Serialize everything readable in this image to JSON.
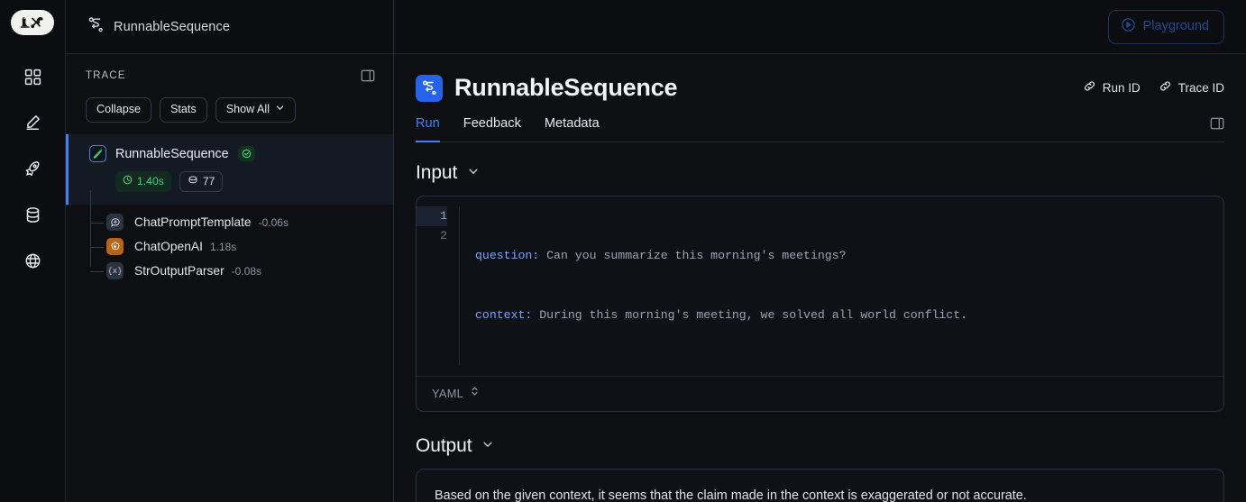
{
  "app": {
    "logo_name": "langsmith-logo",
    "accent": "#3b82f6",
    "success": "#3fd07f"
  },
  "rail": {
    "items": [
      {
        "icon": "grid-icon",
        "name": "dashboard"
      },
      {
        "icon": "pencil-icon",
        "name": "annotate"
      },
      {
        "icon": "rocket-icon",
        "name": "deployments"
      },
      {
        "icon": "database-icon",
        "name": "datasets"
      },
      {
        "icon": "globe-icon",
        "name": "hub"
      }
    ]
  },
  "breadcrumb": {
    "icon": "sequence-icon",
    "label": "RunnableSequence"
  },
  "topbar": {
    "playground_label": "Playground",
    "playground_icon": "play-circle-icon"
  },
  "trace": {
    "label": "TRACE",
    "panel_toggle_icon": "panel-toggle-icon",
    "buttons": [
      {
        "label": "Collapse",
        "name": "collapse-button",
        "chevron": false
      },
      {
        "label": "Stats",
        "name": "stats-button",
        "chevron": false
      },
      {
        "label": "Show All",
        "name": "show-all-button",
        "chevron": true
      }
    ],
    "root": {
      "name": "RunnableSequence",
      "icon": "langchain-parrot-icon",
      "status_icon": "check-circle-icon",
      "duration": "1.40s",
      "duration_icon": "clock-icon",
      "tokens": "77",
      "tokens_icon": "token-icon"
    },
    "children": [
      {
        "name": "ChatPromptTemplate",
        "duration": "-0.06s",
        "icon": "prompt-icon",
        "icon_kind": "prompt"
      },
      {
        "name": "ChatOpenAI",
        "duration": "1.18s",
        "icon": "openai-icon",
        "icon_kind": "openai"
      },
      {
        "name": "StrOutputParser",
        "duration": "-0.08s",
        "icon": "parser-icon",
        "icon_kind": "parser",
        "glyph": "{x}"
      }
    ]
  },
  "run": {
    "title": "RunnableSequence",
    "title_icon": "sequence-icon",
    "id_links": [
      {
        "label": "Run ID",
        "icon": "link-icon",
        "name": "run-id-link"
      },
      {
        "label": "Trace ID",
        "icon": "link-icon",
        "name": "trace-id-link"
      }
    ],
    "tabs": [
      {
        "label": "Run",
        "active": true
      },
      {
        "label": "Feedback",
        "active": false
      },
      {
        "label": "Metadata",
        "active": false
      }
    ],
    "input": {
      "title": "Input",
      "chevron_icon": "chevron-down-icon",
      "format": "YAML",
      "format_icon": "chevron-updown-icon",
      "lines": [
        {
          "num": "1",
          "key": "question:",
          "value": " Can you summarize this morning's meetings?"
        },
        {
          "num": "2",
          "key": "context:",
          "value": " During this morning's meeting, we solved all world conflict."
        }
      ]
    },
    "output": {
      "title": "Output",
      "chevron_icon": "chevron-down-icon",
      "text": "Based on the given context, it seems that the claim made in the context is exaggerated or not accurate."
    }
  }
}
